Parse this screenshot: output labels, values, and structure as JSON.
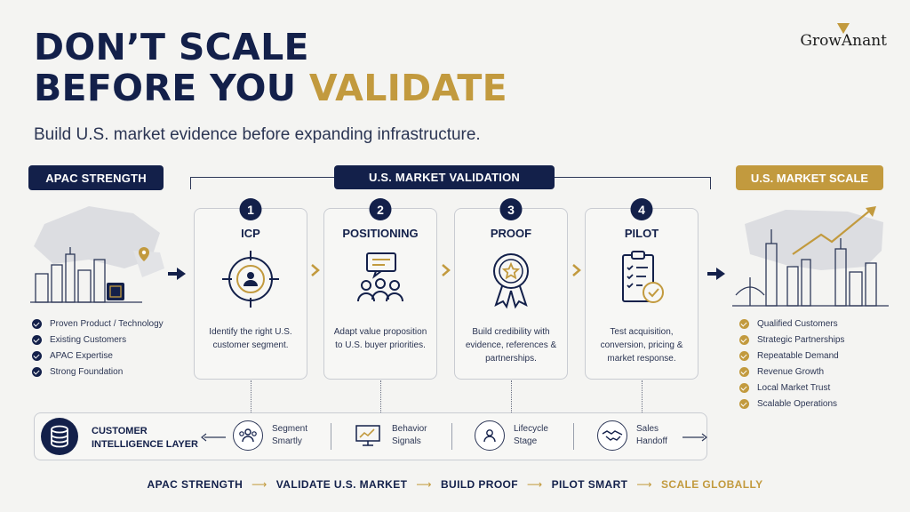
{
  "brand": {
    "name": "GrowAnant"
  },
  "title": {
    "line1": "DON’T SCALE",
    "line2_prefix": "BEFORE YOU ",
    "line2_accent": "VALIDATE"
  },
  "subtitle": "Build U.S. market evidence before expanding infrastructure.",
  "apac": {
    "label": "APAC STRENGTH",
    "items": [
      "Proven Product / Technology",
      "Existing Customers",
      "APAC Expertise",
      "Strong Foundation"
    ]
  },
  "validation": {
    "label": "U.S. MARKET VALIDATION",
    "steps": [
      {
        "num": "1",
        "title": "ICP",
        "icon": "target-user-icon",
        "desc": "Identify the right U.S. customer segment."
      },
      {
        "num": "2",
        "title": "POSITIONING",
        "icon": "message-audience-icon",
        "desc": "Adapt value proposition to U.S. buyer priorities."
      },
      {
        "num": "3",
        "title": "PROOF",
        "icon": "award-ribbon-icon",
        "desc": "Build credibility with evidence, references & partnerships."
      },
      {
        "num": "4",
        "title": "PILOT",
        "icon": "clipboard-check-icon",
        "desc": "Test acquisition, conversion, pricing & market response."
      }
    ]
  },
  "scale": {
    "label": "U.S. MARKET SCALE",
    "items": [
      "Qualified Customers",
      "Strategic Partnerships",
      "Repeatable Demand",
      "Revenue Growth",
      "Local Market Trust",
      "Scalable Operations"
    ]
  },
  "intelligence": {
    "label_line1": "CUSTOMER",
    "label_line2": "INTELLIGENCE LAYER",
    "items": [
      {
        "icon": "people-icon",
        "line1": "Segment",
        "line2": "Smartly"
      },
      {
        "icon": "chart-monitor-icon",
        "line1": "Behavior",
        "line2": "Signals"
      },
      {
        "icon": "user-lifecycle-icon",
        "line1": "Lifecycle",
        "line2": "Stage"
      },
      {
        "icon": "handshake-icon",
        "line1": "Sales",
        "line2": "Handoff"
      }
    ]
  },
  "flow": [
    "APAC STRENGTH",
    "VALIDATE U.S. MARKET",
    "BUILD PROOF",
    "PILOT SMART",
    "SCALE GLOBALLY"
  ],
  "colors": {
    "navy": "#13204a",
    "gold": "#c29a3e",
    "background": "#f4f4f2"
  }
}
